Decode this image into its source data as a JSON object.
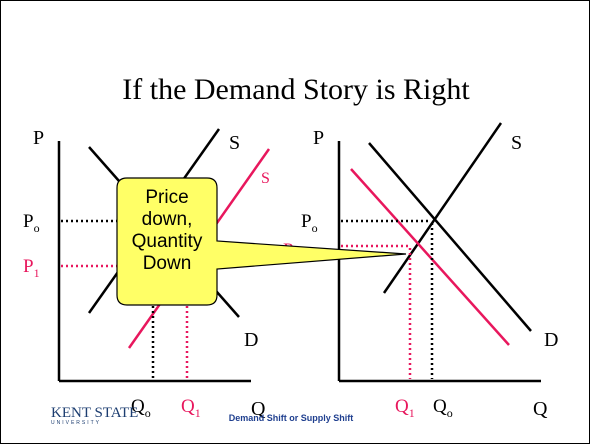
{
  "slide": {
    "title": "If the Demand  Story is Right",
    "callout": {
      "lines": [
        "Price",
        "down,",
        "Quantity",
        "Down"
      ],
      "fill": "#ffff66"
    },
    "footer": "Demand Shift or Supply Shift",
    "logo": {
      "main": "KENT STATE",
      "sub": "UNIVERSITY"
    }
  },
  "colors": {
    "black": "#000000",
    "red": "#e8175d",
    "navy": "#1c3d70"
  },
  "left_graph": {
    "y_axis_label": "P",
    "x_axis_label": "Q",
    "supply_label": "S",
    "demand_label": "D",
    "shifted_label_partial": "S",
    "price_orig": "P",
    "price_orig_sub": "o",
    "price_new": "P",
    "price_new_sub": "1",
    "qty_orig": "Q",
    "qty_orig_sub": "o",
    "qty_new": "Q",
    "qty_new_sub": "1"
  },
  "right_graph": {
    "y_axis_label": "P",
    "x_axis_label": "Q",
    "supply_label": "S",
    "demand_label": "D",
    "price_orig": "P",
    "price_orig_sub": "o",
    "price_new_partial": "P",
    "qty_orig": "Q",
    "qty_orig_sub": "o",
    "qty_new": "Q",
    "qty_new_sub": "1"
  }
}
